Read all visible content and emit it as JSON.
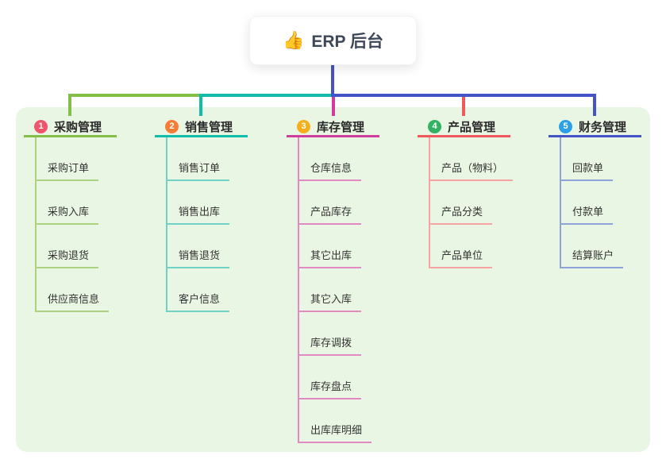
{
  "root": {
    "icon": "👍",
    "label": "ERP 后台"
  },
  "branches": [
    {
      "num": "1",
      "label": "采购管理",
      "children": [
        "采购订单",
        "采购入库",
        "采购退货",
        "供应商信息"
      ]
    },
    {
      "num": "2",
      "label": "销售管理",
      "children": [
        "销售订单",
        "销售出库",
        "销售退货",
        "客户信息"
      ]
    },
    {
      "num": "3",
      "label": "库存管理",
      "children": [
        "仓库信息",
        "产品库存",
        "其它出库",
        "其它入库",
        "库存调拨",
        "库存盘点",
        "出库库明细"
      ]
    },
    {
      "num": "4",
      "label": "产品管理",
      "children": [
        "产品（物料）",
        "产品分类",
        "产品单位"
      ]
    },
    {
      "num": "5",
      "label": "财务管理",
      "children": [
        "回款单",
        "付款单",
        "结算账户"
      ]
    }
  ],
  "colors": {
    "trunk": "#4453C5",
    "panel_background": "#EAF6E4",
    "branch_1": {
      "badge": "#F1556C",
      "line": "#82BE48",
      "child_line": "#ABD37E"
    },
    "branch_2": {
      "badge": "#F97C36",
      "line": "#10BDAB",
      "child_line": "#6FD2C5"
    },
    "branch_3": {
      "badge": "#F5AF1C",
      "line": "#CE3D9C",
      "child_line": "#E089C2"
    },
    "branch_4": {
      "badge": "#34B264",
      "line": "#F0595C",
      "child_line": "#F6A3A1"
    },
    "branch_5": {
      "badge": "#2BA0E8",
      "line": "#4355C6",
      "child_line": "#8FA3DB"
    }
  }
}
